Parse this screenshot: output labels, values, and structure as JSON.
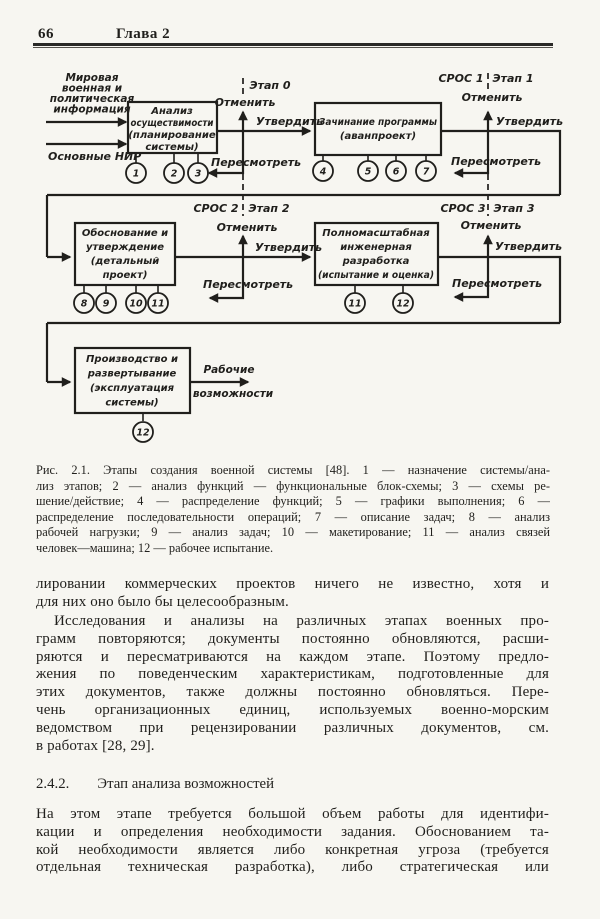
{
  "page": {
    "number": "66",
    "chapter": "Глава 2"
  },
  "colors": {
    "ink": "#201f1c",
    "paper": "#f7f6f1"
  },
  "diagram": {
    "world_info": [
      "Мировая",
      "военная и",
      "политическая",
      "информация"
    ],
    "basic_research": "Основные НИР",
    "working_capabilities": [
      "Рабочие",
      "возможности"
    ],
    "boxes": {
      "feasibility": [
        "Анализ",
        "осуществимости",
        "(планирование",
        "системы)"
      ],
      "initiation": [
        "Зачинание программы",
        "(аванпроект)"
      ],
      "justification": [
        "Обоснование и",
        "утверждение",
        "(детальный",
        "проект)"
      ],
      "development": [
        "Полномасштабная",
        "инженерная",
        "разработка",
        "(испытание и оценка)"
      ],
      "production": [
        "Производство и",
        "развертывание",
        "(эксплуатация",
        "системы)"
      ]
    },
    "gates": [
      {
        "stage": "Этап 0",
        "cancel": "Отменить",
        "approve": "Утвердить",
        "review": "Пересмотреть"
      },
      {
        "sros": "СРОС 1",
        "stage": "Этап 1",
        "cancel": "Отменить",
        "approve": "Утвердить",
        "review": "Пересмотреть"
      },
      {
        "sros": "СРОС 2",
        "stage": "Этап 2",
        "cancel": "Отменить",
        "approve": "Утвердить",
        "review": "Пересмотреть"
      },
      {
        "sros": "СРОС 3",
        "stage": "Этап 3",
        "cancel": "Отменить",
        "approve": "Утвердить",
        "review": "Пересмотреть"
      }
    ],
    "circles": {
      "feasibility": [
        "1",
        "2",
        "3"
      ],
      "initiation": [
        "4",
        "5",
        "6",
        "7"
      ],
      "justification": [
        "8",
        "9",
        "10",
        "11"
      ],
      "development": [
        "11",
        "12"
      ],
      "production": [
        "12"
      ]
    }
  },
  "caption": {
    "lines": [
      "Рис. 2.1. Этапы создания военной системы [48]. 1 — назначение системы/ана-",
      "лиз этапов; 2 — анализ функций — функциональные блок-схемы; 3 — схемы ре-",
      "шение/действие; 4 — распределение функций; 5 — графики выполнения; 6 —",
      "распределение последовательности операций; 7 — описание задач; 8 — анализ",
      "рабочей нагрузки; 9 — анализ задач; 10 — макетирование; 11 — анализ связей",
      "человек—машина; 12 — рабочее испытание."
    ]
  },
  "body": {
    "p1": [
      "лировании коммерческих проектов ничего не известно, хотя и",
      "для них оно было бы целесообразным."
    ],
    "p2": [
      "Исследования и анализы на различных этапах военных про-",
      "грамм повторяются; документы постоянно обновляются, расши-",
      "ряются и пересматриваются на каждом этапе. Поэтому предло-",
      "жения по поведенческим характеристикам, подготовленные для",
      "этих документов, также должны постоянно обновляться. Пере-",
      "чень организационных единиц, используемых военно-морским",
      "ведомством при рецензировании различных документов, см.",
      "в работах [28, 29]."
    ],
    "heading_number": "2.4.2.",
    "heading_title": "Этап анализа возможностей",
    "p3": [
      "На этом этапе требуется большой объем работы для идентифи-",
      "кации и определения необходимости задания. Обоснованием та-",
      "кой необходимости является либо конкретная угроза (требуется",
      "отдельная техническая разработка), либо стратегическая или"
    ]
  }
}
